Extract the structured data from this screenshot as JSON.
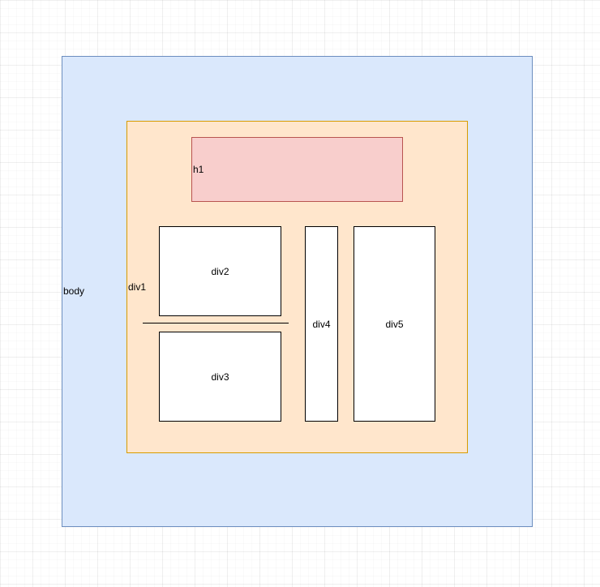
{
  "diagram": {
    "nodes": {
      "body": {
        "label": "body",
        "fill": "#dae8fc",
        "stroke": "#6c8ebf"
      },
      "div1": {
        "label": "div1",
        "fill": "#ffe6cc",
        "stroke": "#d79b00"
      },
      "h1": {
        "label": "h1",
        "fill": "#f8cecc",
        "stroke": "#b85450"
      },
      "div2": {
        "label": "div2",
        "fill": "#ffffff",
        "stroke": "#000000"
      },
      "div3": {
        "label": "div3",
        "fill": "#ffffff",
        "stroke": "#000000"
      },
      "div4": {
        "label": "div4",
        "fill": "#ffffff",
        "stroke": "#000000"
      },
      "div5": {
        "label": "div5",
        "fill": "#ffffff",
        "stroke": "#000000"
      }
    }
  }
}
